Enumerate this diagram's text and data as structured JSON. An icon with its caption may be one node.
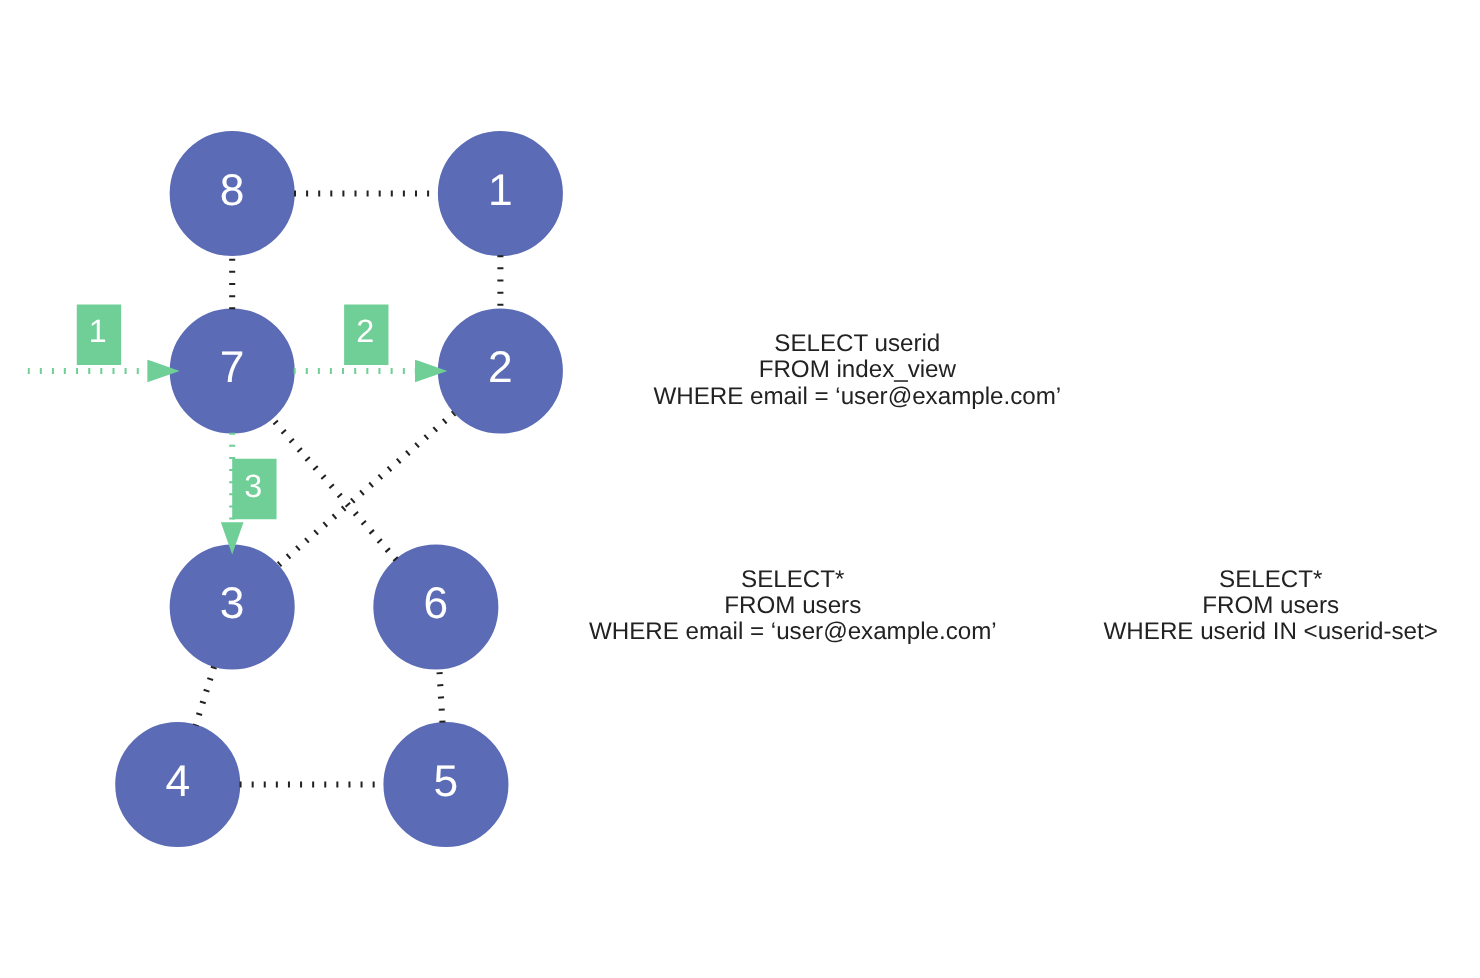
{
  "diagram": {
    "nodes": [
      {
        "text": [
          "8"
        ]
      },
      {
        "text": [
          "1"
        ]
      },
      {
        "text": [
          "7"
        ]
      },
      {
        "text": [
          "2"
        ]
      },
      {
        "text": [
          "6"
        ]
      },
      {
        "text": [
          "3"
        ]
      },
      {
        "text": [
          "5"
        ]
      },
      {
        "text": [
          "4"
        ]
      }
    ],
    "edges": [
      {
        "from": 0,
        "to": 1,
        "arrow": "none"
      },
      {
        "from": 1,
        "to": 3,
        "arrow": "none"
      },
      {
        "from": 3,
        "to": 5,
        "arrow": "none"
      },
      {
        "from": 5,
        "to": 7,
        "arrow": "none"
      },
      {
        "from": 7,
        "to": 6,
        "arrow": "none"
      },
      {
        "from": 6,
        "to": 4,
        "arrow": "none"
      },
      {
        "from": 4,
        "to": 2,
        "arrow": "none"
      },
      {
        "from": 2,
        "to": 0,
        "arrow": "none"
      },
      {
        "from": null,
        "to": 2,
        "arrow": "to",
        "label": "1",
        "color": "#6fcf97"
      },
      {
        "from": 2,
        "to": 3,
        "arrow": "to",
        "label": "2",
        "color": "#6fcf97"
      },
      {
        "from": 2,
        "to": 5,
        "arrow": "to",
        "label": "3",
        "color": "#6fcf97"
      }
    ],
    "labels": [
      "SELECT userid FROM index_view WHERE email = ‘user@example.com’",
      "SELECT* FROM users WHERE email = ‘user@example.com’",
      "SELECT* FROM users WHERE userid IN <userid-set>"
    ]
  }
}
